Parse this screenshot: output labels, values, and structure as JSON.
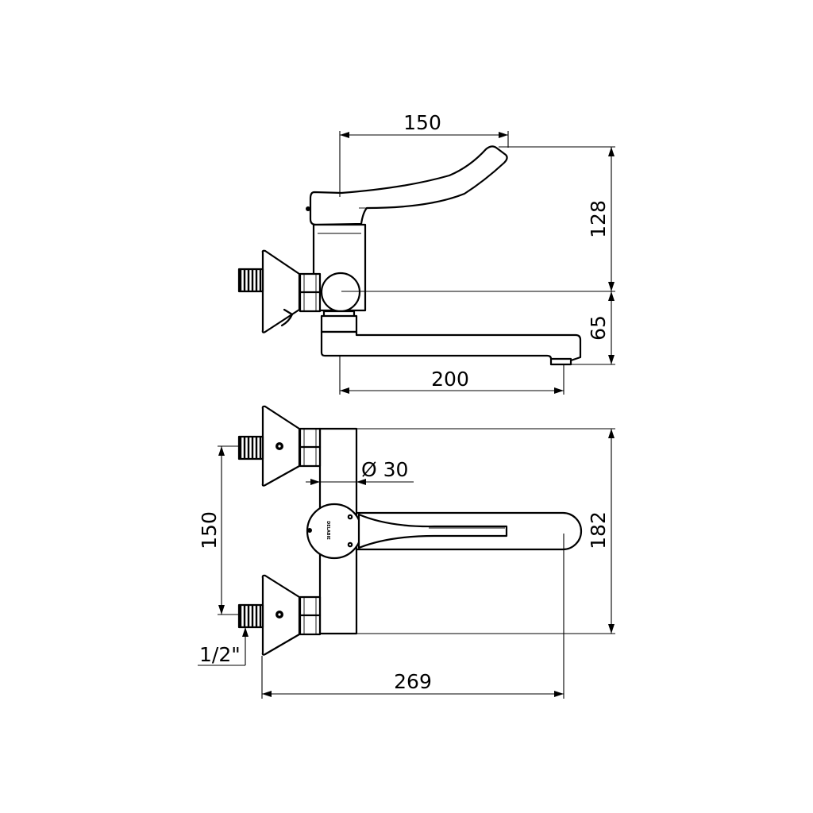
{
  "diagram": {
    "side_view": {
      "dim_handle_width": "150",
      "dim_height_top": "128",
      "dim_height_spout": "65",
      "dim_spout_length": "200"
    },
    "top_view": {
      "dim_diameter": "Ø 30",
      "dim_inlet_spacing": "150",
      "dim_depth": "182",
      "dim_total_width": "269",
      "dim_thread": "1/2\"",
      "logo_text": "DELABIE"
    }
  }
}
